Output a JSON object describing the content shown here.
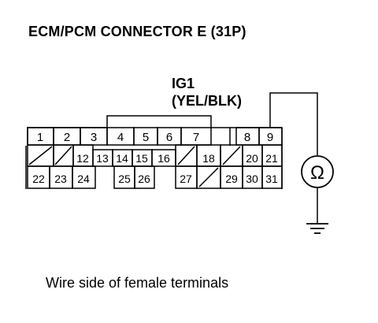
{
  "title": "ECM/PCM CONNECTOR E (31P)",
  "wire_label": {
    "terminal": "IG1",
    "color": "(YEL/BLK)"
  },
  "meter_symbol": "Ω",
  "caption": "Wire side of female terminals",
  "connector": {
    "row1": [
      "1",
      "2",
      "3",
      "4",
      "5",
      "6",
      "7",
      "8",
      "9"
    ],
    "row2": [
      "",
      "",
      "12",
      "13",
      "14",
      "15",
      "16",
      "",
      "18",
      "",
      "20",
      "21"
    ],
    "row3": [
      "22",
      "23",
      "24",
      "25",
      "26",
      "27",
      "",
      "29",
      "30",
      "31"
    ]
  },
  "colors": {
    "ink": "#000000",
    "background": "#ffffff"
  }
}
